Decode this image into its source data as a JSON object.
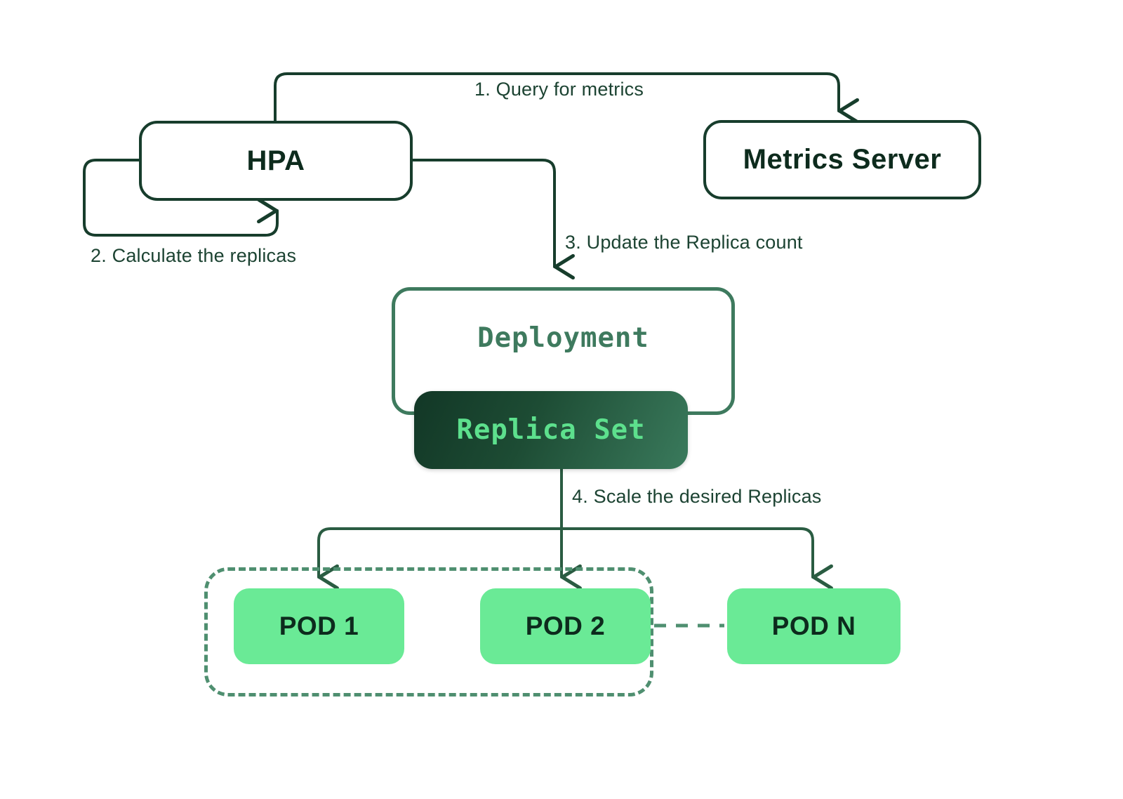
{
  "diagram": {
    "title": "Kubernetes Horizontal Pod Autoscaler flow",
    "colors": {
      "background": "#ffffff",
      "outline_stroke": "#173d2c",
      "deployment_stroke": "#3e7a5e",
      "replicaset_fill_dark": "#123726",
      "replicaset_fill_light": "#3a7a5c",
      "replicaset_text": "#5de08d",
      "pod_fill": "#6aea96",
      "pod_text": "#0d2b1d",
      "dashed_border": "#4f8f70",
      "label_text": "#1c4332"
    }
  },
  "nodes": {
    "hpa": {
      "label": "HPA"
    },
    "metrics_server": {
      "label": "Metrics Server"
    },
    "deployment": {
      "label": "Deployment"
    },
    "replica_set": {
      "label": "Replica Set"
    },
    "pod_1": {
      "label": "POD 1"
    },
    "pod_2": {
      "label": "POD 2"
    },
    "pod_n": {
      "label": "POD N"
    }
  },
  "steps": [
    {
      "id": "step-1",
      "label": "1.  Query for metrics"
    },
    {
      "id": "step-2",
      "label": "2. Calculate the replicas"
    },
    {
      "id": "step-3",
      "label": "3. Update the Replica count"
    },
    {
      "id": "step-4",
      "label": "4. Scale the desired Replicas"
    }
  ]
}
